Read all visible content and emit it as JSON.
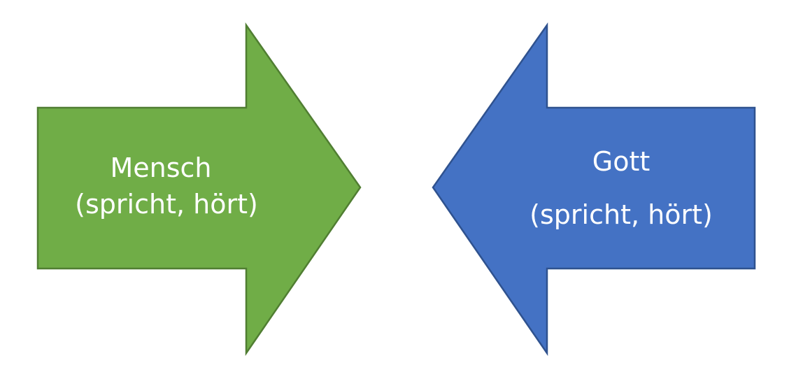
{
  "diagram": {
    "left_arrow": {
      "direction": "right",
      "fill": "#70AD47",
      "stroke": "#507E32",
      "title": "Mensch",
      "subtitle": "(spricht, hört)"
    },
    "right_arrow": {
      "direction": "left",
      "fill": "#4472C4",
      "stroke": "#2F528F",
      "title": "Gott",
      "subtitle": "(spricht, hört)"
    }
  }
}
